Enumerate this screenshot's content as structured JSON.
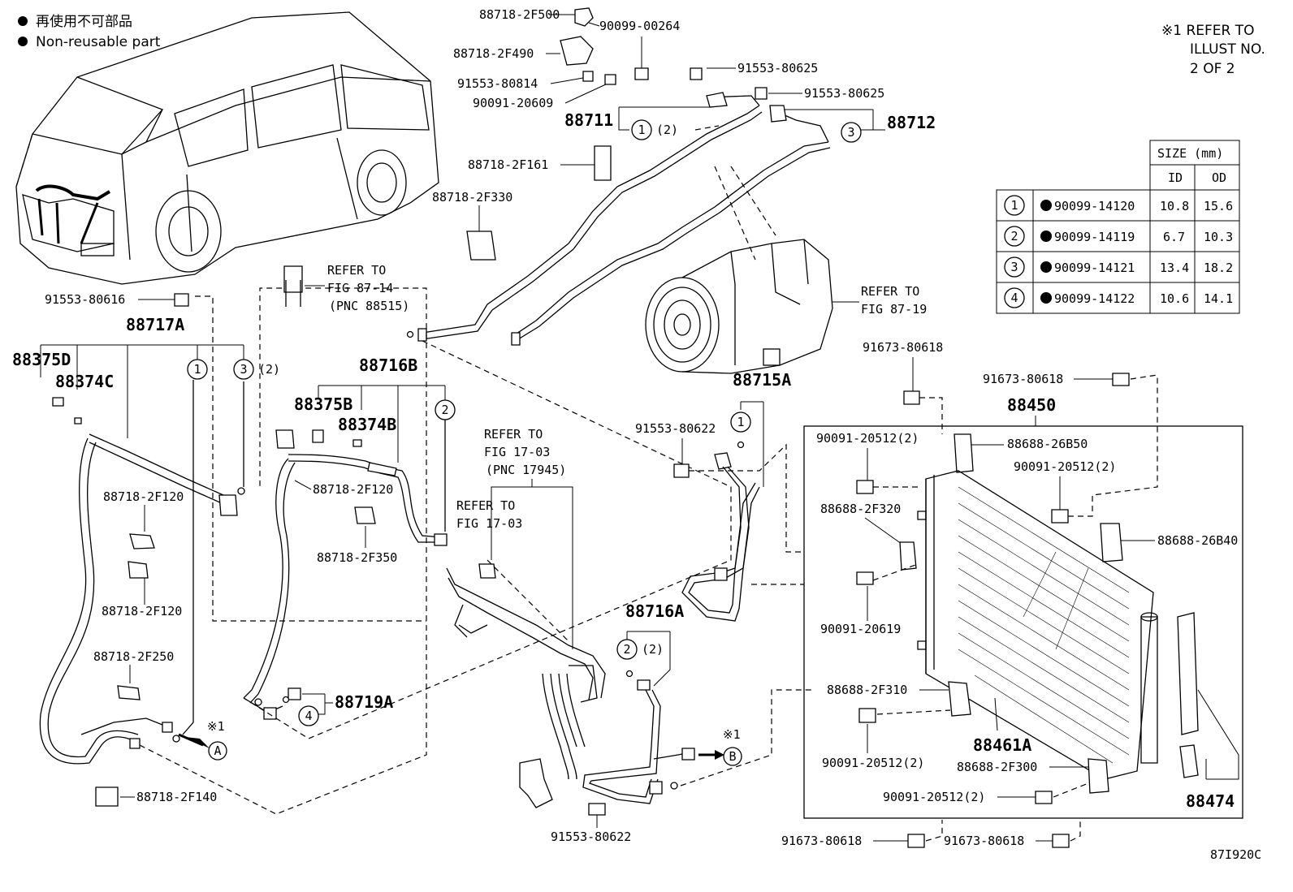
{
  "legend": {
    "jp": "再使用不可部品",
    "en": "Non-reusable part"
  },
  "refer_note": {
    "line1": "※1 REFER TO",
    "line2": "ILLUST NO.",
    "line3": "2 OF 2"
  },
  "size_table": {
    "header": "SIZE (mm)",
    "col_id": "ID",
    "col_od": "OD",
    "rows": [
      {
        "num": "1",
        "part": "90099-14120",
        "id": "10.8",
        "od": "15.6"
      },
      {
        "num": "2",
        "part": "90099-14119",
        "id": "6.7",
        "od": "10.3"
      },
      {
        "num": "3",
        "part": "90099-14121",
        "id": "13.4",
        "od": "18.2"
      },
      {
        "num": "4",
        "part": "90099-14122",
        "id": "10.6",
        "od": "14.1"
      }
    ]
  },
  "parts": {
    "p_2F500": "88718-2F500",
    "p_00264": "90099-00264",
    "p_2F490": "88718-2F490",
    "p_80814": "91553-80814",
    "p_20609": "90091-20609",
    "p_80625a": "91553-80625",
    "p_80625b": "91553-80625",
    "p_88711": "88711",
    "p_88712": "88712",
    "p_qty2_a": "(2)",
    "p_2F161": "88718-2F161",
    "p_2F330": "88718-2F330",
    "p_80616": "91553-80616",
    "p_88717A": "88717A",
    "p_88375D": "88375D",
    "p_88374C": "88374C",
    "p_qty2_b": "(2)",
    "p_88716B": "88716B",
    "p_88375B": "88375B",
    "p_88374B": "88374B",
    "p_2F120a": "88718-2F120",
    "p_2F120b": "88718-2F120",
    "p_2F120c": "88718-2F120",
    "p_2F350": "88718-2F350",
    "p_2F250": "88718-2F250",
    "p_2F140": "88718-2F140",
    "p_88719A": "88719A",
    "p_88715A": "88715A",
    "p_80622a": "91553-80622",
    "p_80622b": "91553-80622",
    "p_88716A": "88716A",
    "p_qty2_c": "(2)",
    "p_80618a": "91673-80618",
    "p_80618b": "91673-80618",
    "p_80618c": "91673-80618",
    "p_80618d": "91673-80618",
    "p_88450": "88450",
    "p_20512a": "90091-20512(2)",
    "p_20512b": "90091-20512(2)",
    "p_20512c": "90091-20512(2)",
    "p_20512d": "90091-20512(2)",
    "p_26B50": "88688-26B50",
    "p_2F320": "88688-2F320",
    "p_26B40": "88688-26B40",
    "p_20619": "90091-20619",
    "p_2F310": "88688-2F310",
    "p_88461A": "88461A",
    "p_2F300": "88688-2F300",
    "p_88474": "88474",
    "ref_87_14_a": "REFER TO",
    "ref_87_14_b": "FIG 87-14",
    "ref_87_14_c": "(PNC 88515)",
    "ref_87_19_a": "REFER TO",
    "ref_87_19_b": "FIG 87-19",
    "ref_17_03a_a": "REFER TO",
    "ref_17_03a_b": "FIG 17-03",
    "ref_17_03a_c": "(PNC 17945)",
    "ref_17_03b_a": "REFER TO",
    "ref_17_03b_b": "FIG 17-03",
    "note_a": "※1",
    "note_b": "※1",
    "mark_A": "A",
    "mark_B": "B",
    "c1": "1",
    "c2": "2",
    "c3": "3",
    "c4": "1",
    "c5": "3",
    "c6": "2",
    "c7": "4",
    "c8": "1",
    "c9": "2",
    "illus_id": "87I920C"
  }
}
